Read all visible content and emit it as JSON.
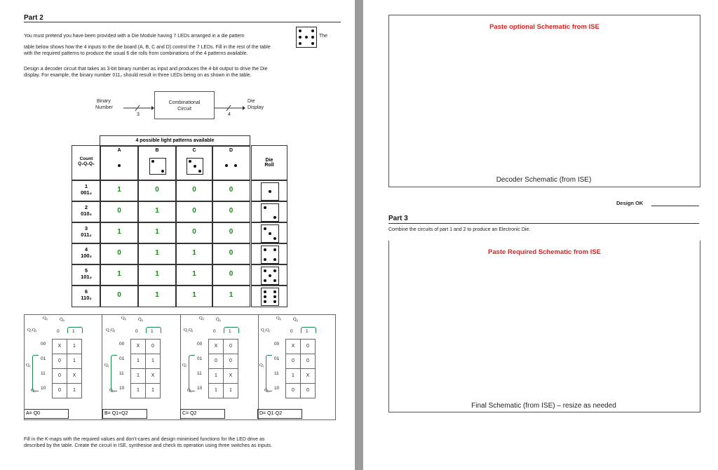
{
  "part2": {
    "title": "Part 2",
    "p1a": "You must pretend you have been provided with a Die Module having 7 LEDs arranged in a die pattern",
    "p1b": "The",
    "p1c": "table below shows how the 4 inputs to the die board (A, B, C and D) control the 7 LEDs. Fill in the rest of the table",
    "p1d": "with the required patterns to produce the usual 6 die rolls from combinations of the 4 patterns available.",
    "p2a": "Design a decoder circuit that takes as 3-bit binary number as input and produces the 4-bit output to drive the Die",
    "p2b": "display.  For example, the binary number 011₂ should result in three LEDs being on as shown in the table."
  },
  "block": {
    "input_label_1": "Binary",
    "input_label_2": "Number",
    "input_width": "3",
    "circuit_label_1": "Combinational",
    "circuit_label_2": "Circuit",
    "output_width": "4",
    "output_label_1": "Die",
    "output_label_2": "Display"
  },
  "table": {
    "header": "4 possible light patterns available",
    "cols": [
      "A",
      "B",
      "C",
      "D"
    ],
    "count_label_1": "Count",
    "count_label_2": "Q₂Q₁Q₀",
    "die_roll_1": "Die",
    "die_roll_2": "Roll",
    "rows": [
      {
        "n": "1",
        "bin": "001₂",
        "a": "1",
        "b": "0",
        "c": "0",
        "d": "0"
      },
      {
        "n": "2",
        "bin": "010₂",
        "a": "0",
        "b": "1",
        "c": "0",
        "d": "0"
      },
      {
        "n": "3",
        "bin": "011₂",
        "a": "1",
        "b": "1",
        "c": "0",
        "d": "0"
      },
      {
        "n": "4",
        "bin": "100₂",
        "a": "0",
        "b": "1",
        "c": "1",
        "d": "0"
      },
      {
        "n": "5",
        "bin": "101₂",
        "a": "1",
        "b": "1",
        "c": "1",
        "d": "0"
      },
      {
        "n": "6",
        "bin": "110₂",
        "a": "0",
        "b": "1",
        "c": "1",
        "d": "1"
      }
    ]
  },
  "kmaps": {
    "q0": "Q₀",
    "q0bar": "Q̄₀",
    "q2q1": "Q₂Q₁",
    "q1": "Q₁",
    "q2": "Q₂",
    "col0": "0",
    "col1": "1",
    "rows": [
      "00",
      "01",
      "11",
      "10"
    ],
    "maps": [
      {
        "cells": [
          [
            "X",
            "1"
          ],
          [
            "0",
            "1"
          ],
          [
            "0",
            "X"
          ],
          [
            "0",
            "1"
          ]
        ],
        "eq": "A= Q0"
      },
      {
        "cells": [
          [
            "X",
            "0"
          ],
          [
            "1",
            "1"
          ],
          [
            "1",
            "X"
          ],
          [
            "1",
            "1"
          ]
        ],
        "eq": "B= Q1+Q2"
      },
      {
        "cells": [
          [
            "X",
            "0"
          ],
          [
            "0",
            "0"
          ],
          [
            "1",
            "X"
          ],
          [
            "1",
            "1"
          ]
        ],
        "eq": "C= Q2"
      },
      {
        "cells": [
          [
            "X",
            "0"
          ],
          [
            "0",
            "0"
          ],
          [
            "1",
            "X"
          ],
          [
            "0",
            "0"
          ]
        ],
        "eq": "D= Q1·Q2"
      }
    ]
  },
  "footer": {
    "line1": "Fill in the K-maps with the required values and don't-cares and design minimised functions for the LED drive as",
    "line2": "described by the table.  Create the circuit in ISE, synthesise and check its operation using three switches as inputs."
  },
  "right": {
    "opt_title": "Paste optional Schematic from ISE",
    "decoder_caption": "Decoder Schematic (from ISE)",
    "design_ok": "Design OK",
    "part3_title": "Part 3",
    "part3_text": "Combine the circuits of part 1 and 2 to produce an Electronic Die.",
    "req_title": "Paste Required Schematic from ISE",
    "final_caption": "Final Schematic (from ISE) – resize as needed"
  }
}
